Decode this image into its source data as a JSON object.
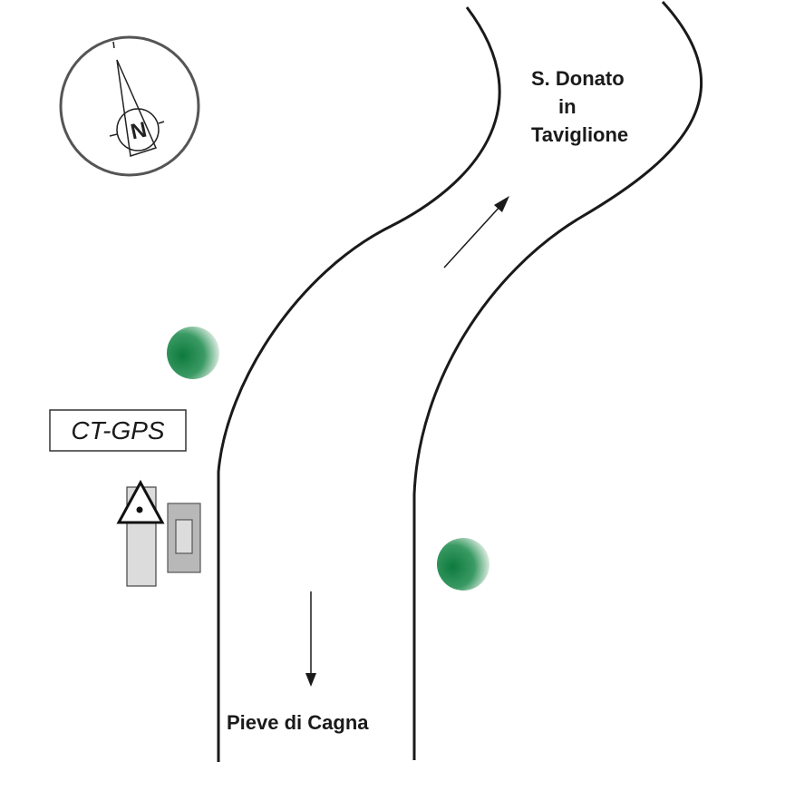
{
  "labels": {
    "destination_north_line1": "S. Donato",
    "destination_north_line2": "in",
    "destination_north_line3": "Taviglione",
    "destination_south": "Pieve di Cagna",
    "station": "CT-GPS",
    "compass_letter": "N"
  },
  "colors": {
    "tree": "#1f8a4c",
    "station_light": "#dcdcdc",
    "station_dark": "#b8b8b8",
    "line": "#1a1a1a"
  }
}
